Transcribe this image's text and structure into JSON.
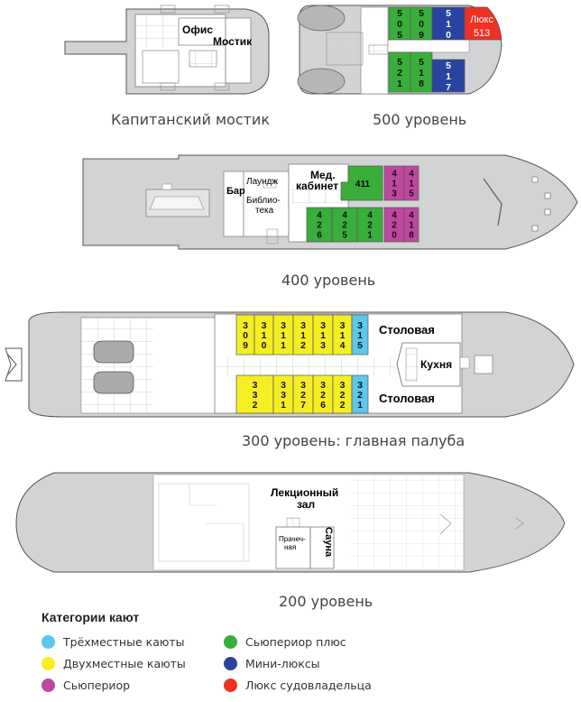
{
  "colors": {
    "triple": "#5bc8ec",
    "double": "#f5ee24",
    "superior": "#c047a0",
    "superior_plus": "#3aae3b",
    "mini_suite": "#2b43a0",
    "owner_suite": "#ee3124",
    "hull": "#d2d3d5",
    "hull_stroke": "#555555",
    "room": "#ffffff",
    "grid": "#b7b8ba"
  },
  "decks": {
    "bridge": {
      "title": "Капитанский мостик",
      "labels": [
        "Офис",
        "Мостик"
      ]
    },
    "d500": {
      "title": "500 уровень",
      "cabins": [
        {
          "no": "505",
          "cat": "superior_plus"
        },
        {
          "no": "509",
          "cat": "superior_plus"
        },
        {
          "no": "510",
          "cat": "mini_suite"
        },
        {
          "no": "513",
          "cat": "owner_suite",
          "label": "Люкс"
        },
        {
          "no": "521",
          "cat": "superior_plus"
        },
        {
          "no": "518",
          "cat": "superior_plus"
        },
        {
          "no": "517",
          "cat": "mini_suite"
        }
      ]
    },
    "d400": {
      "title": "400 уровень",
      "labels": [
        "Бар",
        "Лаундж",
        "Библио-",
        "тека",
        "Мед.",
        "кабинет"
      ],
      "cabins": [
        {
          "no": "411",
          "cat": "superior_plus"
        },
        {
          "no": "413",
          "cat": "superior"
        },
        {
          "no": "415",
          "cat": "superior"
        },
        {
          "no": "426",
          "cat": "superior_plus"
        },
        {
          "no": "425",
          "cat": "superior_plus"
        },
        {
          "no": "421",
          "cat": "superior_plus"
        },
        {
          "no": "420",
          "cat": "superior"
        },
        {
          "no": "418",
          "cat": "superior"
        }
      ]
    },
    "d300": {
      "title_left": "300 уровень",
      "title_sep": ": главная палуба",
      "labels": [
        "Столовая",
        "Кухня",
        "Столовая"
      ],
      "cabins_top": [
        {
          "no": "309",
          "cat": "double"
        },
        {
          "no": "310",
          "cat": "double"
        },
        {
          "no": "311",
          "cat": "double"
        },
        {
          "no": "312",
          "cat": "double"
        },
        {
          "no": "313",
          "cat": "double"
        },
        {
          "no": "314",
          "cat": "double"
        },
        {
          "no": "315",
          "cat": "triple"
        }
      ],
      "cabins_bottom": [
        {
          "no": "332",
          "cat": "double"
        },
        {
          "no": "331",
          "cat": "double"
        },
        {
          "no": "327",
          "cat": "double"
        },
        {
          "no": "326",
          "cat": "double"
        },
        {
          "no": "322",
          "cat": "double"
        },
        {
          "no": "321",
          "cat": "triple"
        }
      ]
    },
    "d200": {
      "title": "200 уровень",
      "labels": [
        "Лекционный",
        "зал",
        "Прачеч-",
        "ная",
        "Сауна"
      ]
    }
  },
  "legend": {
    "title": "Категории кают",
    "items": [
      {
        "label": "Трёхместные каюты",
        "cat": "triple"
      },
      {
        "label": "Двухместные каюты",
        "cat": "double"
      },
      {
        "label": "Сьюпериор",
        "cat": "superior"
      },
      {
        "label": "Сьюпериор плюс",
        "cat": "superior_plus"
      },
      {
        "label": "Мини-люксы",
        "cat": "mini_suite"
      },
      {
        "label": "Люкс судовладельца",
        "cat": "owner_suite"
      }
    ]
  }
}
